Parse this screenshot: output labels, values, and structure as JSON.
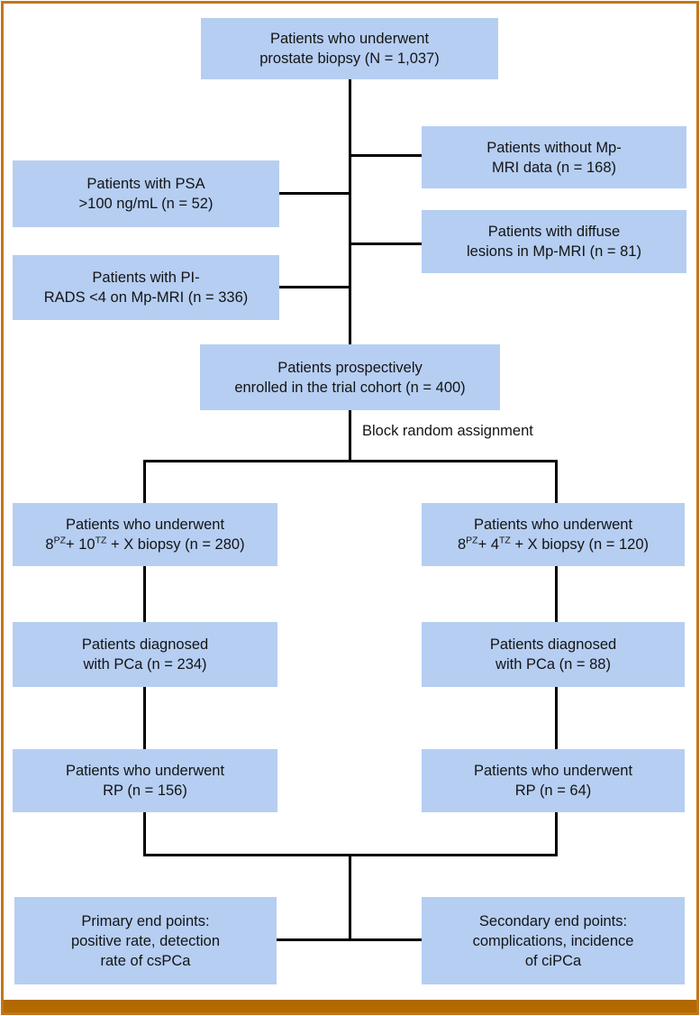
{
  "figure": {
    "type": "trial-flowchart",
    "label_block_random": "Block random assignment",
    "colors": {
      "box_fill": "#b6cef2",
      "connector_line": "#000000",
      "frame_border": "#c0761a",
      "bottom_bar": "#b26a00",
      "text": "#141414"
    }
  },
  "boxes": {
    "biopsy_total": {
      "line1": "Patients who underwent",
      "line2": "prostate biopsy (N = 1,037)"
    },
    "excluded_no_mpmri": {
      "line1": "Patients without Mp-",
      "line2": "MRI data (n = 168)"
    },
    "excluded_psa": {
      "line1": "Patients with PSA",
      "line2": ">100 ng/mL (n = 52)"
    },
    "excluded_diffuse": {
      "line1": "Patients with diffuse",
      "line2": "lesions in Mp-MRI (n = 81)"
    },
    "excluded_pirads": {
      "line1": "Patients with PI-",
      "line2": "RADS <4 on Mp-MRI (n = 336)"
    },
    "enrolled": {
      "line1": "Patients prospectively",
      "line2": "enrolled in the trial cohort (n = 400)"
    },
    "arm_left": {
      "line1": "Patients who underwent",
      "l2_b1": "8",
      "l2_s1": "PZ",
      "l2_b2": "+ 10",
      "l2_s2": "TZ",
      "l2_b3": " + X biopsy (n = 280)"
    },
    "arm_right": {
      "line1": "Patients who underwent",
      "l2_b1": "8",
      "l2_s1": "PZ",
      "l2_b2": "+ 4",
      "l2_s2": "TZ",
      "l2_b3": " + X biopsy (n = 120)"
    },
    "pca_left": {
      "line1": "Patients diagnosed",
      "line2": "with PCa (n = 234)"
    },
    "pca_right": {
      "line1": "Patients diagnosed",
      "line2": "with PCa (n = 88)"
    },
    "rp_left": {
      "line1": "Patients who underwent",
      "line2": "RP (n = 156)"
    },
    "rp_right": {
      "line1": "Patients who underwent",
      "line2": "RP (n = 64)"
    },
    "endpoints_primary": {
      "line1": "Primary end points:",
      "line2": "positive rate, detection",
      "line3": "rate of csPCa"
    },
    "endpoints_secondary": {
      "line1": "Secondary end points:",
      "line2": "complications, incidence",
      "line3": "of ciPCa"
    }
  }
}
